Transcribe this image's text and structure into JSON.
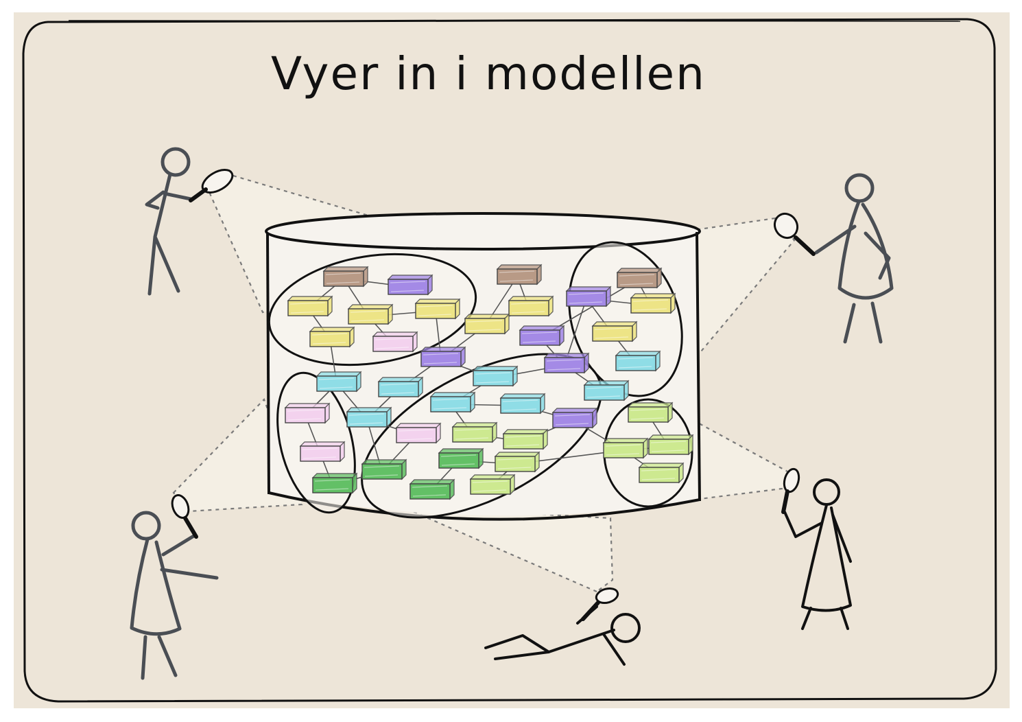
{
  "title": "Vyer in i modellen",
  "colors": {
    "background": "#ede5d8",
    "cylinder_fill": "#f6f3ee",
    "brown": "#b89a86",
    "purple": "#a48ae6",
    "yellow": "#ede486",
    "pink": "#f3d2ee",
    "cyan": "#8fdde6",
    "lime": "#cde990",
    "green": "#63c066"
  },
  "diagram": {
    "container": "cylinder",
    "clusters": 5,
    "observers": [
      {
        "id": "observer-top-left",
        "tool": "magnifier-icon"
      },
      {
        "id": "observer-top-right",
        "tool": "magnifier-icon"
      },
      {
        "id": "observer-bottom-left",
        "tool": "magnifier-icon"
      },
      {
        "id": "observer-bottom-center",
        "tool": "magnifier-icon"
      },
      {
        "id": "observer-bottom-right",
        "tool": "magnifier-icon"
      }
    ]
  }
}
